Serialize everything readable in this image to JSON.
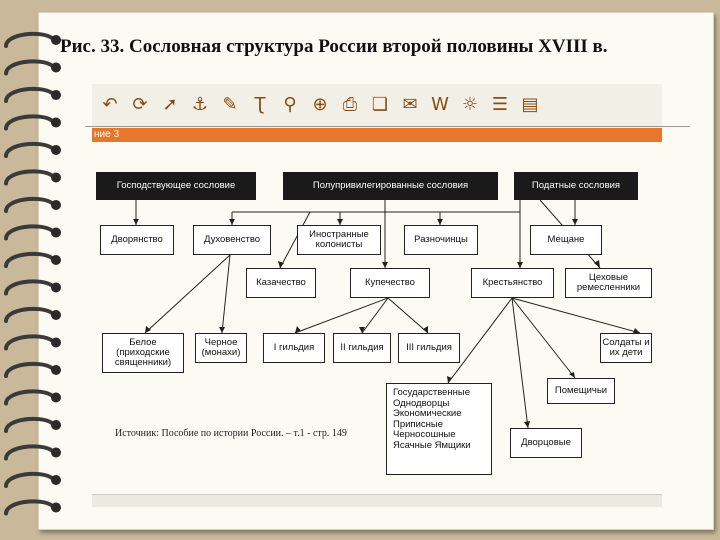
{
  "title": "Рис. 33. Сословная структура России второй половины XVIII в.",
  "tab_label": "ние 3",
  "source_note": "Источник: Пособие по истории России. – т.1 - стр. 149",
  "toolbar_icons": [
    "undo-arrow-icon",
    "refresh-icon",
    "pointer-icon",
    "stamp-icon",
    "book-icon",
    "text-icon",
    "search-icon",
    "zoom-icon",
    "printer-icon",
    "pages-icon",
    "notes-icon",
    "word-icon",
    "lamp-icon",
    "layers-icon",
    "library-icon"
  ],
  "diagram": {
    "headers": {
      "ruling": "Господствующее сословие",
      "semi": "Полупривилегированные сословия",
      "taxed": "Податные сословия"
    },
    "level2": {
      "nobility": "Дворянство",
      "clergy": "Духовенство",
      "colonists": "Иностранные колонисты",
      "raznochintsy": "Разночинцы",
      "townsfolk": "Мещане"
    },
    "level3": {
      "cossacks": "Казачество",
      "merchants": "Купечество",
      "peasants": "Крестьянство",
      "guild_artisans": "Цеховые ремесленники"
    },
    "level4": {
      "white_clergy": "Белое (приходские священники)",
      "black_clergy": "Черное (монахи)",
      "guild1": "I гильдия",
      "guild2": "II гильдия",
      "guild3": "III гильдия",
      "soldiers": "Солдаты и их дети"
    },
    "peasant_types": {
      "list": "Государственные Однодворцы Экономические Приписные Черносошные Ясачные Ямщики",
      "landlord": "Помещичьи",
      "court": "Дворцовые"
    }
  }
}
